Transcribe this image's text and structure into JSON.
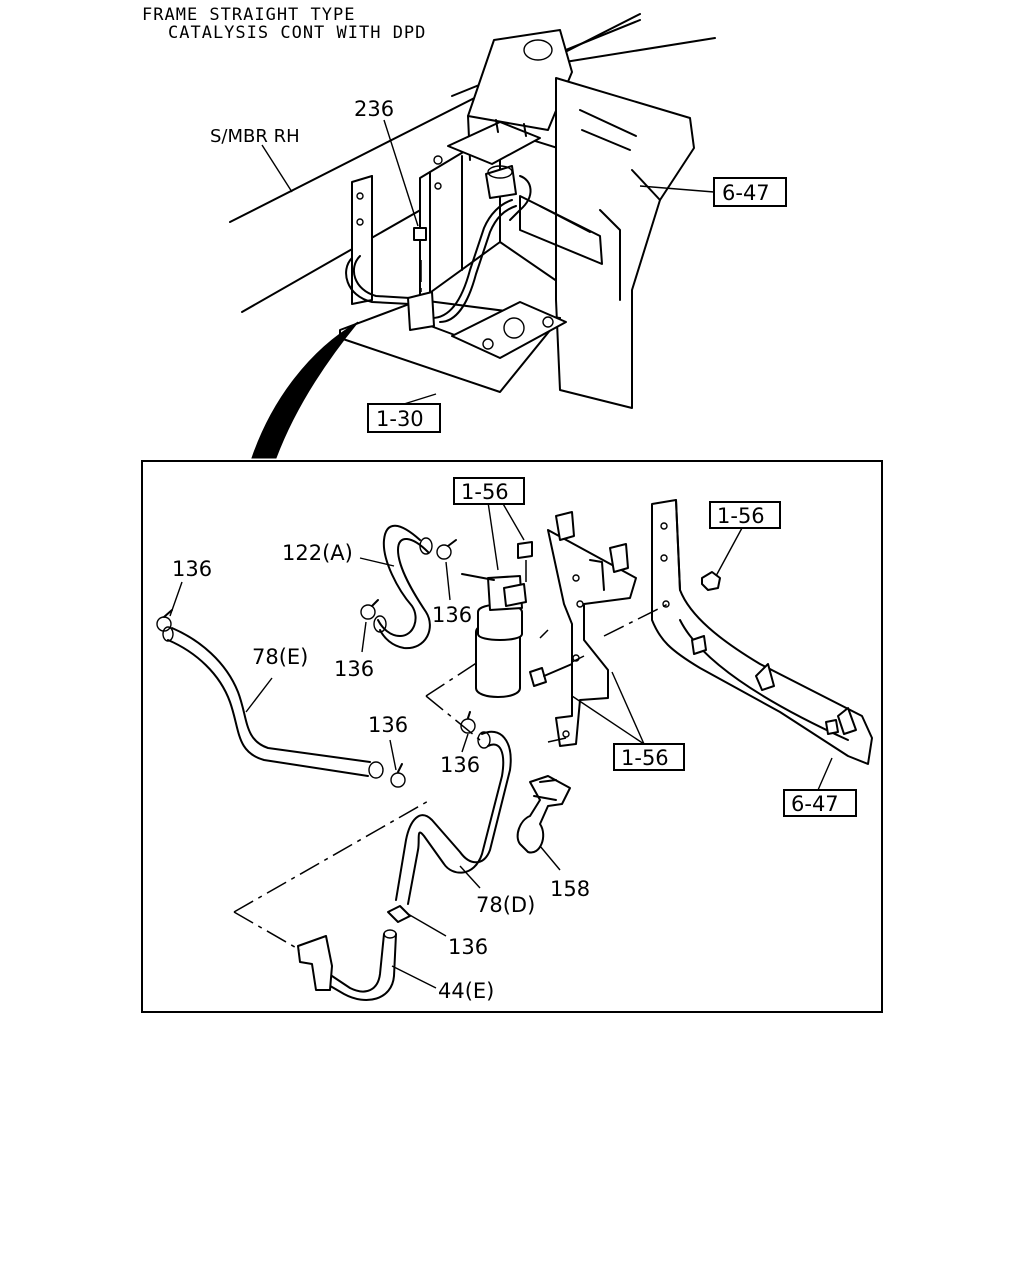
{
  "header": {
    "line1": "FRAME STRAIGHT TYPE",
    "line2": "CATALYSIS CONT WITH DPD"
  },
  "upper": {
    "frame_label": "S/MBR RH",
    "part_236": "236",
    "ref_6_47": "6-47",
    "ref_1_30": "1-30"
  },
  "detail": {
    "ref_1_56_top": "1-56",
    "ref_1_56_right": "1-56",
    "ref_1_56_bottom": "1-56",
    "ref_6_47": "6-47",
    "part_122a": "122(A)",
    "part_136_a": "136",
    "part_136_b": "136",
    "part_136_c": "136",
    "part_136_d": "136",
    "part_136_e": "136",
    "part_136_f": "136",
    "part_78e": "78(E)",
    "part_78d": "78(D)",
    "part_158": "158",
    "part_44e": "44(E)"
  }
}
